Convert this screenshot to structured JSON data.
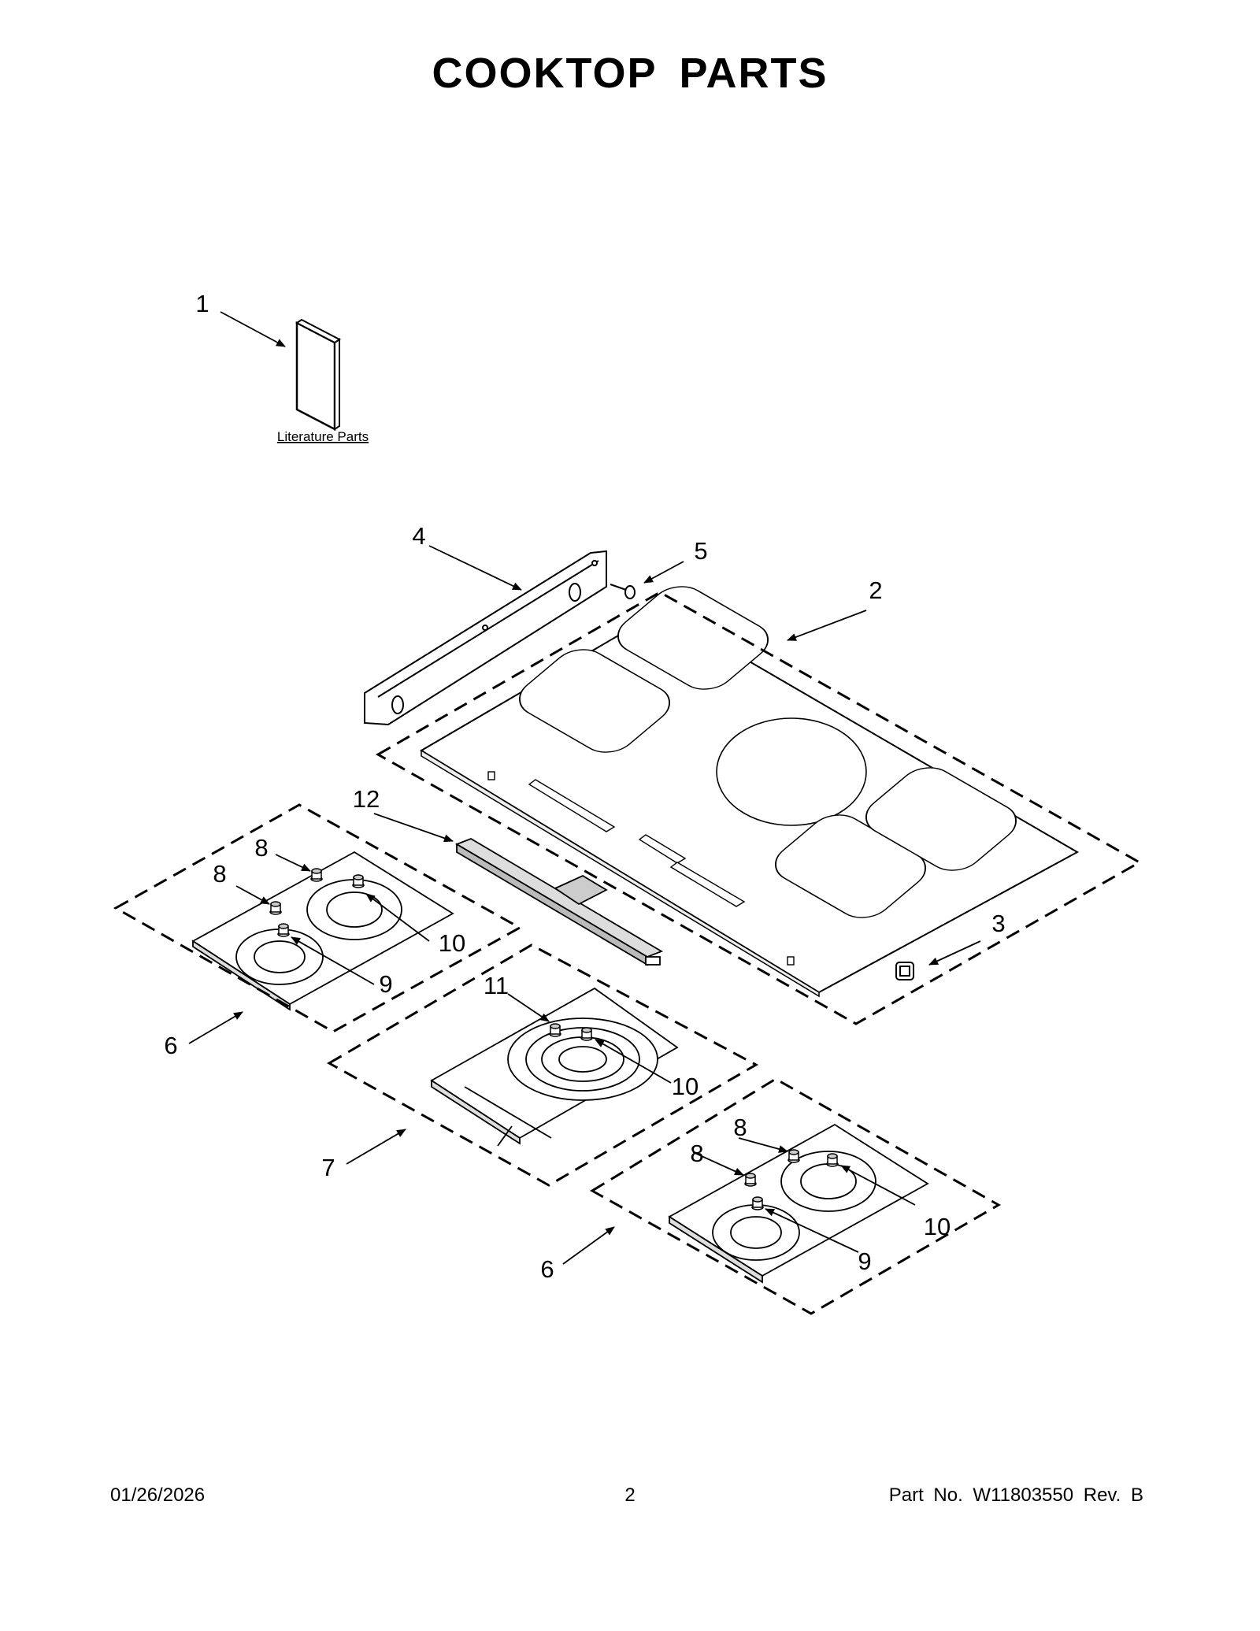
{
  "title": "COOKTOP  PARTS",
  "literature_label": "Literature Parts",
  "callouts": {
    "c1": "1",
    "c2": "2",
    "c3": "3",
    "c4": "4",
    "c5": "5",
    "c6a": "6",
    "c6b": "6",
    "c7": "7",
    "c8a": "8",
    "c8b": "8",
    "c8c": "8",
    "c8d": "8",
    "c9a": "9",
    "c9b": "9",
    "c10a": "10",
    "c10b": "10",
    "c10c": "10",
    "c11": "11",
    "c12": "12"
  },
  "footer": {
    "date": "01/26/2026",
    "page": "2",
    "part_no": "Part No.  W11803550  Rev.  B"
  }
}
